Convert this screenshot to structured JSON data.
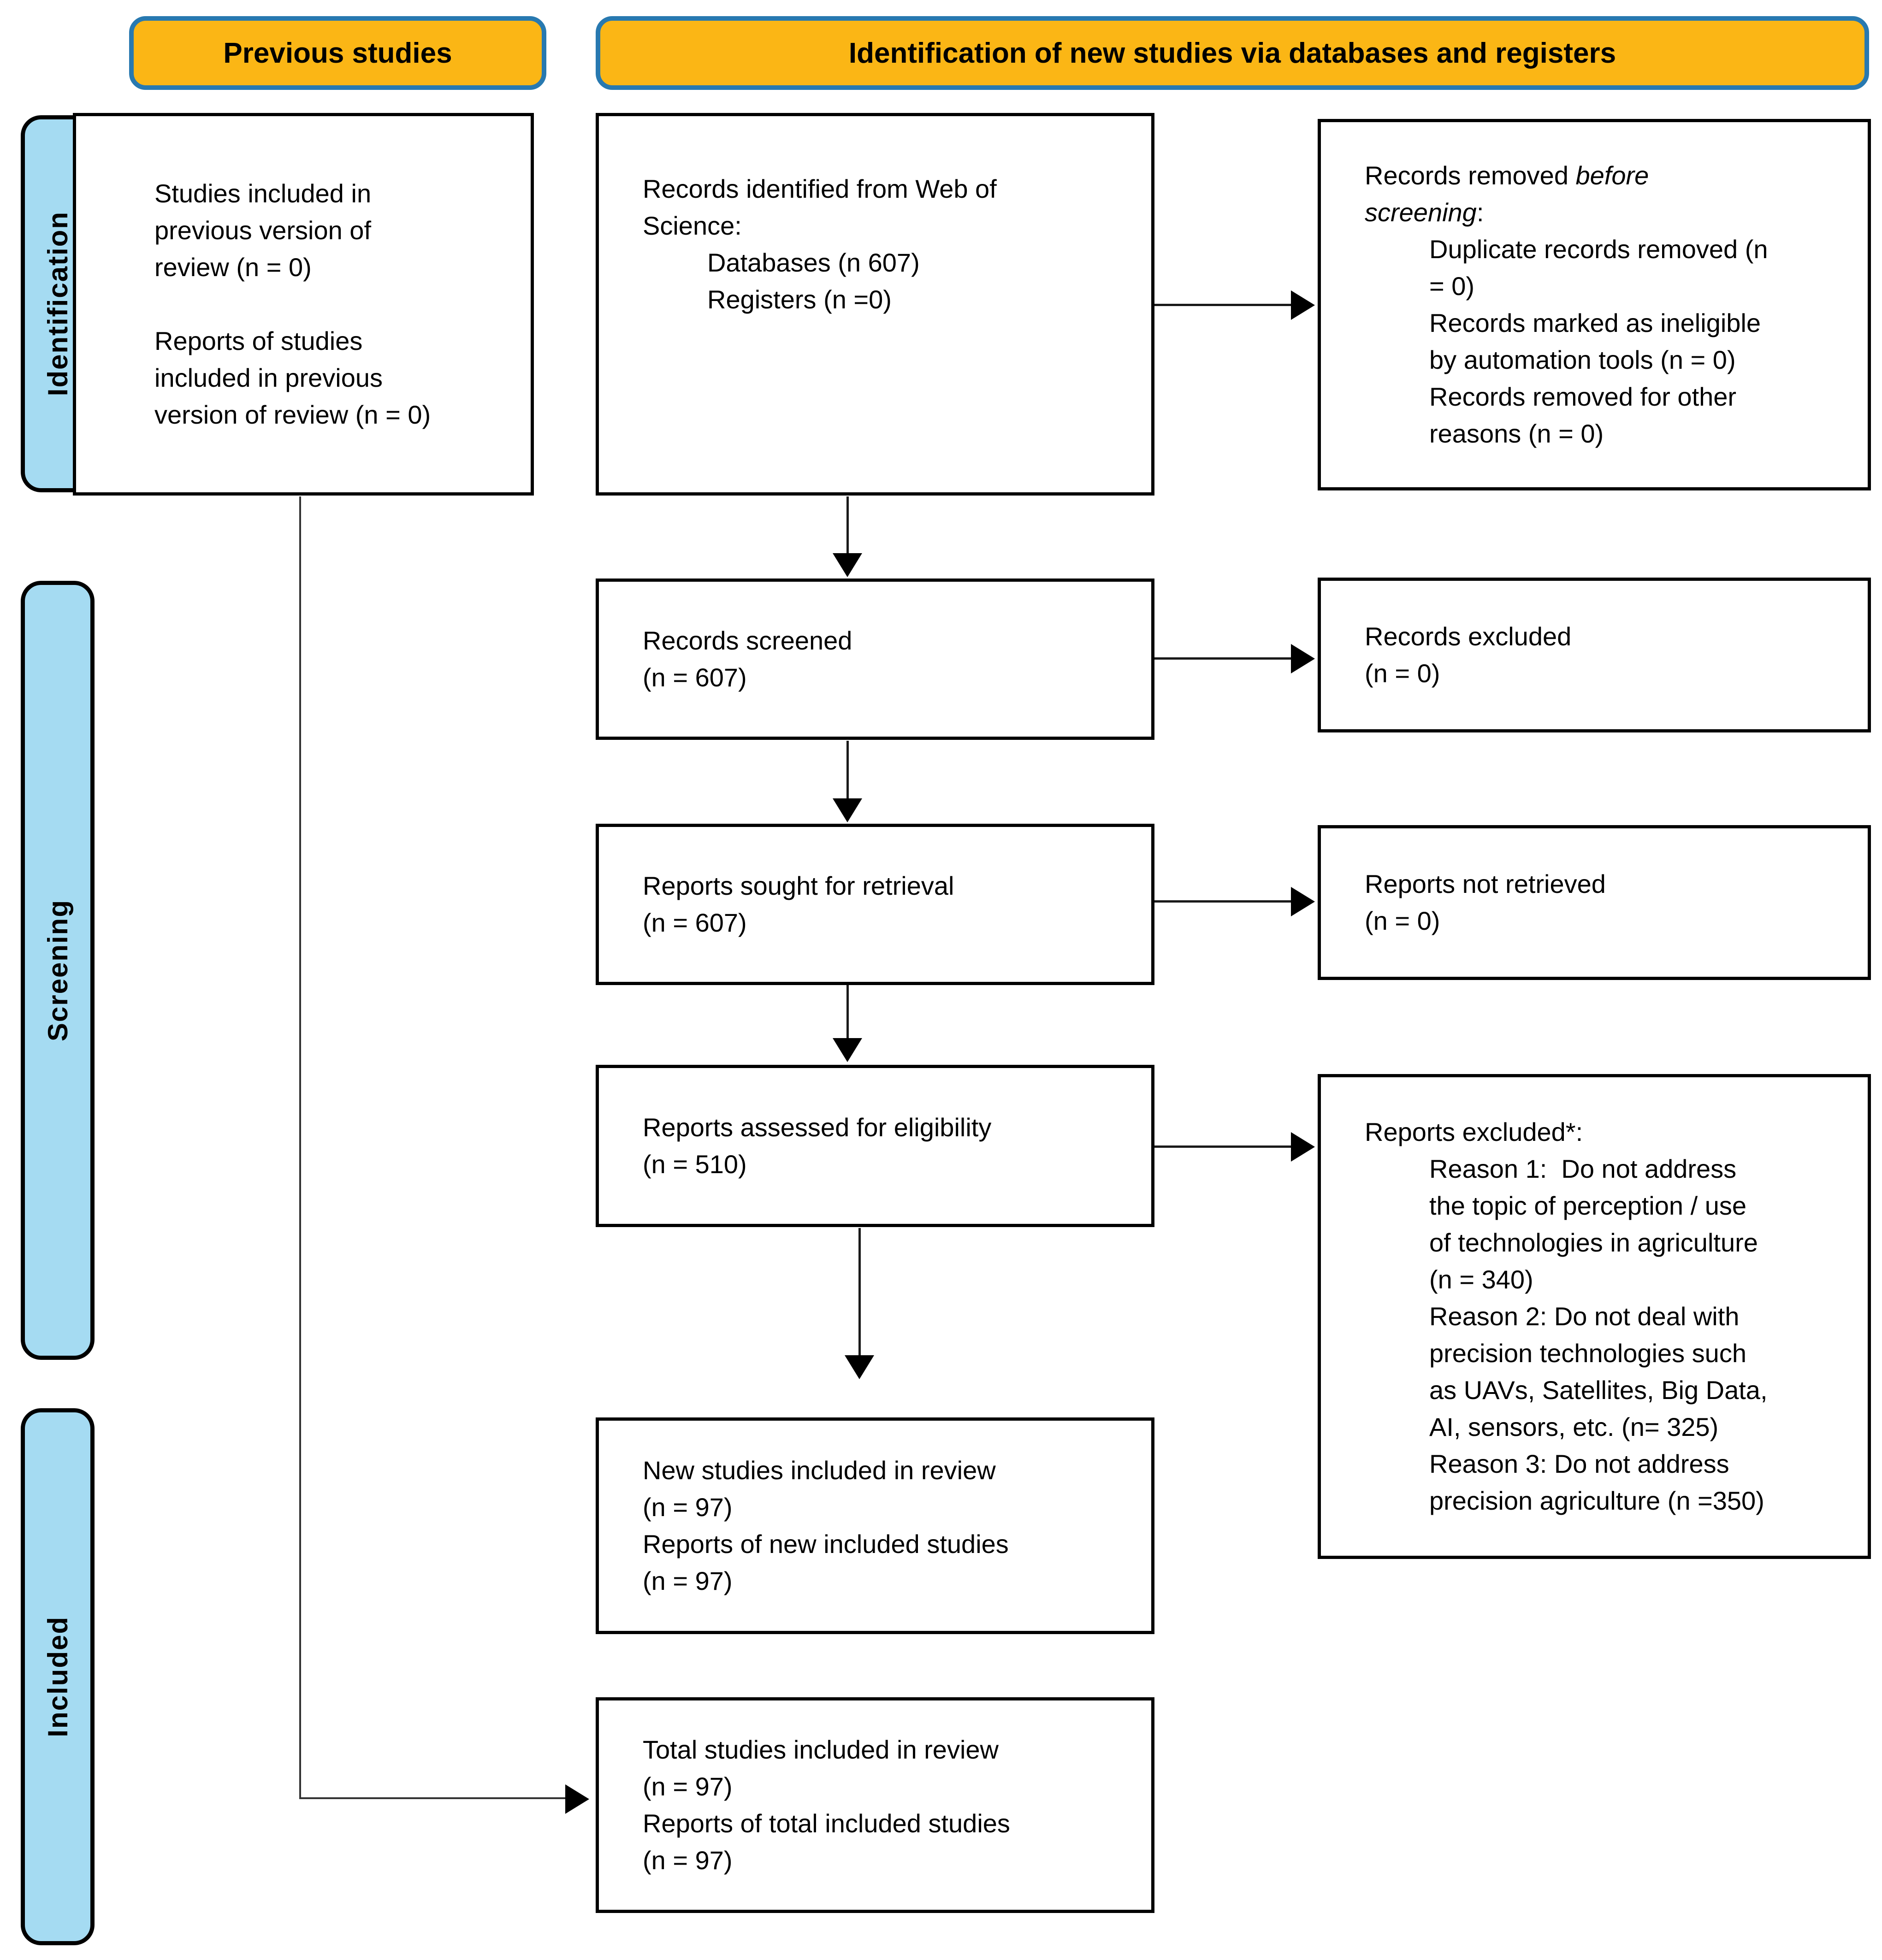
{
  "figure": {
    "type": "prisma-flow-diagram",
    "colors": {
      "header_fill": "#FBB615",
      "header_border": "#2879B0",
      "stage_label_fill": "#A5DBF2",
      "box_border": "#000000",
      "arrow_color": "#1a1a1a"
    },
    "headers": {
      "previous": "Previous studies",
      "identification": "Identification of new studies via databases and registers"
    },
    "stages": {
      "identification": "Identification",
      "screening": "Screening",
      "included": "Included"
    },
    "content": {
      "prev_studies": {
        "lines": [
          "Studies included in",
          "previous version of",
          "review (n = 0)",
          "",
          "Reports of studies",
          "included in previous",
          "version of review (n = 0)"
        ]
      },
      "records_identified": {
        "lines": [
          "Records identified from Web of",
          "Science:",
          {
            "t": "Databases (n 607)",
            "ind": true
          },
          {
            "t": "Registers (n =0)",
            "ind": true
          }
        ]
      },
      "records_removed": {
        "lines": [
          "Records removed ~before~",
          "~screening~:",
          {
            "t": "Duplicate records removed (n",
            "ind": true
          },
          {
            "t": "= 0)",
            "ind": true
          },
          {
            "t": "Records marked as ineligible",
            "ind": true
          },
          {
            "t": "by automation tools (n = 0)",
            "ind": true
          },
          {
            "t": "Records removed for other",
            "ind": true
          },
          {
            "t": "reasons (n = 0)",
            "ind": true
          }
        ]
      },
      "records_screened": {
        "lines": [
          "Records screened",
          "(n = 607)"
        ]
      },
      "records_excluded": {
        "lines": [
          "Records excluded",
          "(n = 0)"
        ]
      },
      "reports_sought": {
        "lines": [
          "Reports sought for retrieval",
          "(n = 607)"
        ]
      },
      "reports_not_retrieved": {
        "lines": [
          "Reports not retrieved",
          "(n = 0)"
        ]
      },
      "reports_assessed": {
        "lines": [
          "Reports assessed for eligibility",
          "(n = 510)"
        ]
      },
      "reports_excluded": {
        "lines": [
          "Reports excluded*:",
          {
            "t": "Reason 1:  Do not address",
            "ind": true
          },
          {
            "t": "the topic of perception / use",
            "ind": true
          },
          {
            "t": "of technologies in agriculture",
            "ind": true
          },
          {
            "t": "(n = 340)",
            "ind": true
          },
          {
            "t": "Reason 2: Do not deal with",
            "ind": true
          },
          {
            "t": "precision technologies such",
            "ind": true
          },
          {
            "t": "as UAVs, Satellites, Big Data,",
            "ind": true
          },
          {
            "t": "AI, sensors, etc. (n= 325)",
            "ind": true
          },
          {
            "t": "Reason 3: Do not address",
            "ind": true
          },
          {
            "t": "precision agriculture (n =350)",
            "ind": true
          }
        ]
      },
      "new_studies": {
        "lines": [
          "New studies included in review",
          "(n = 97)",
          "Reports of new included studies",
          "(n = 97)"
        ]
      },
      "total_studies": {
        "lines": [
          "Total studies included in review",
          "(n = 97)",
          "Reports of total included studies",
          "(n = 97)"
        ]
      }
    }
  }
}
